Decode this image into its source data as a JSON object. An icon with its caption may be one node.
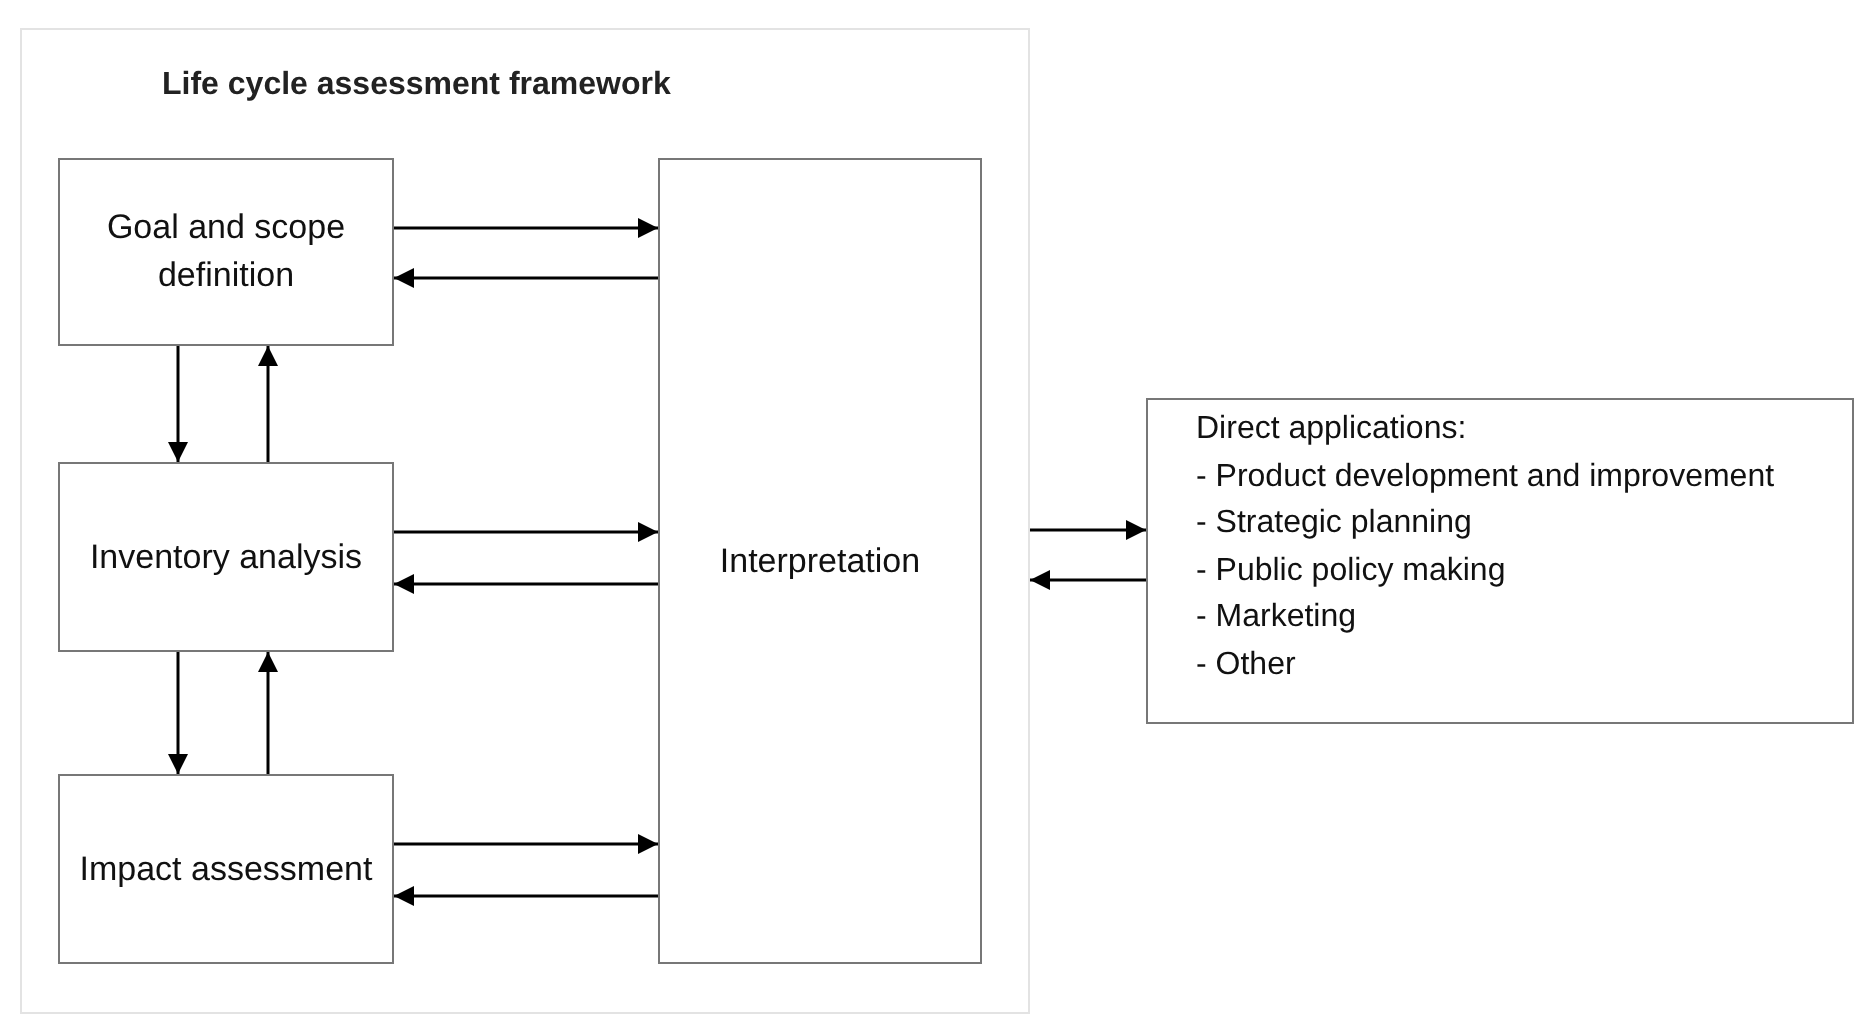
{
  "diagram": {
    "nodes": [
      {
        "text": [
          "Life cycle assessment framework"
        ]
      },
      {
        "text": [
          "Goal and scope definition"
        ],
        "in": 0
      },
      {
        "text": [
          "Inventory analysis"
        ],
        "in": 0
      },
      {
        "text": [
          "Impact assessment"
        ],
        "in": 0
      },
      {
        "text": [
          "Interpretation"
        ],
        "in": 0
      },
      {
        "text": [
          "Direct applications:",
          "- Product development and improvement",
          "- Strategic planning",
          "- Public policy making",
          "- Marketing",
          "- Other"
        ]
      }
    ],
    "edges": [
      {
        "from": 1,
        "to": 4,
        "arrow": "to"
      },
      {
        "from": 4,
        "to": 1,
        "arrow": "to"
      },
      {
        "from": 1,
        "to": 2,
        "arrow": "to"
      },
      {
        "from": 2,
        "to": 1,
        "arrow": "to"
      },
      {
        "from": 2,
        "to": 4,
        "arrow": "to"
      },
      {
        "from": 4,
        "to": 2,
        "arrow": "to"
      },
      {
        "from": 2,
        "to": 3,
        "arrow": "to"
      },
      {
        "from": 3,
        "to": 2,
        "arrow": "to"
      },
      {
        "from": 3,
        "to": 4,
        "arrow": "to"
      },
      {
        "from": 4,
        "to": 3,
        "arrow": "to"
      },
      {
        "from": 4,
        "to": 5,
        "arrow": "to"
      },
      {
        "from": 5,
        "to": 4,
        "arrow": "to"
      }
    ]
  }
}
